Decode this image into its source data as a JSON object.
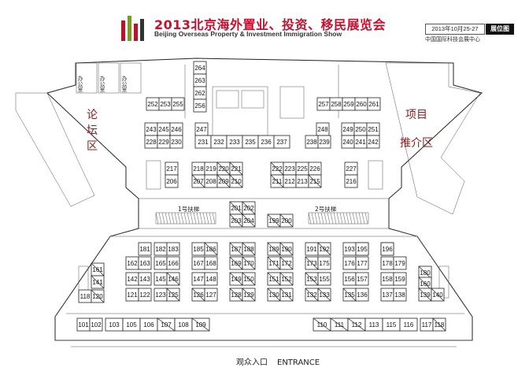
{
  "header": {
    "title": "2013北京海外置业、投资、移民展览会",
    "subtitle": "Beijing Overseas Property & Investment Immigration Show",
    "date": "2013年10月25-27",
    "venue": "中国国际科技会展中心",
    "map_tag": "展位图"
  },
  "zones": {
    "left": [
      "论",
      "坛",
      "区"
    ],
    "right_line1": "项目",
    "right_line2": "推介区"
  },
  "office_label": "办公室",
  "escalators": {
    "left": "1号扶梯",
    "right": "2号扶梯"
  },
  "entrance": {
    "cn": "观众入口",
    "en": "ENTRANCE"
  },
  "colors": {
    "title_red": "#c8102e",
    "zone_red": "#8b1a1a",
    "logo_red": "#b0182a",
    "logo_green": "#7a9a2a"
  },
  "booths": [
    {
      "id": "264",
      "sold": false
    },
    {
      "id": "263",
      "sold": false
    },
    {
      "id": "262",
      "sold": false
    },
    {
      "id": "256",
      "sold": false
    },
    {
      "id": "252",
      "sold": false
    },
    {
      "id": "253",
      "sold": false
    },
    {
      "id": "255",
      "sold": false
    },
    {
      "id": "257",
      "sold": false
    },
    {
      "id": "258",
      "sold": false
    },
    {
      "id": "259",
      "sold": false
    },
    {
      "id": "260",
      "sold": false
    },
    {
      "id": "261",
      "sold": false
    },
    {
      "id": "243",
      "sold": false
    },
    {
      "id": "245",
      "sold": false
    },
    {
      "id": "246",
      "sold": false
    },
    {
      "id": "228",
      "sold": false
    },
    {
      "id": "229",
      "sold": false
    },
    {
      "id": "230",
      "sold": false
    },
    {
      "id": "247",
      "sold": false
    },
    {
      "id": "231",
      "sold": false
    },
    {
      "id": "232",
      "sold": false
    },
    {
      "id": "233",
      "sold": false
    },
    {
      "id": "235",
      "sold": false
    },
    {
      "id": "236",
      "sold": false
    },
    {
      "id": "237",
      "sold": false
    },
    {
      "id": "248",
      "sold": false
    },
    {
      "id": "238",
      "sold": false
    },
    {
      "id": "239",
      "sold": false
    },
    {
      "id": "249",
      "sold": false
    },
    {
      "id": "250",
      "sold": false
    },
    {
      "id": "251",
      "sold": false
    },
    {
      "id": "240",
      "sold": false
    },
    {
      "id": "241",
      "sold": false
    },
    {
      "id": "242",
      "sold": false
    },
    {
      "id": "217",
      "sold": false
    },
    {
      "id": "206",
      "sold": false
    },
    {
      "id": "218",
      "sold": false
    },
    {
      "id": "219",
      "sold": false
    },
    {
      "id": "220",
      "sold": true
    },
    {
      "id": "221",
      "sold": true
    },
    {
      "id": "207",
      "sold": true
    },
    {
      "id": "208",
      "sold": false
    },
    {
      "id": "209",
      "sold": true
    },
    {
      "id": "210",
      "sold": true
    },
    {
      "id": "222",
      "sold": true
    },
    {
      "id": "223",
      "sold": false
    },
    {
      "id": "225",
      "sold": false
    },
    {
      "id": "226",
      "sold": false
    },
    {
      "id": "211",
      "sold": true
    },
    {
      "id": "212",
      "sold": false
    },
    {
      "id": "213",
      "sold": false
    },
    {
      "id": "215",
      "sold": true
    },
    {
      "id": "227",
      "sold": false
    },
    {
      "id": "216",
      "sold": false
    },
    {
      "id": "201",
      "sold": true
    },
    {
      "id": "202",
      "sold": true
    },
    {
      "id": "203",
      "sold": true
    },
    {
      "id": "204",
      "sold": true
    },
    {
      "id": "195",
      "sold": true
    },
    {
      "id": "196",
      "sold": true
    },
    {
      "id": "199",
      "sold": true
    },
    {
      "id": "200",
      "sold": true
    },
    {
      "id": "181",
      "sold": false
    },
    {
      "id": "162",
      "sold": false
    },
    {
      "id": "163",
      "sold": false
    },
    {
      "id": "142",
      "sold": false
    },
    {
      "id": "143",
      "sold": false
    },
    {
      "id": "121",
      "sold": false
    },
    {
      "id": "122",
      "sold": false
    },
    {
      "id": "182",
      "sold": false
    },
    {
      "id": "183",
      "sold": false
    },
    {
      "id": "165",
      "sold": false
    },
    {
      "id": "166",
      "sold": false
    },
    {
      "id": "145",
      "sold": false
    },
    {
      "id": "146",
      "sold": true
    },
    {
      "id": "123",
      "sold": false
    },
    {
      "id": "125",
      "sold": true
    },
    {
      "id": "185",
      "sold": false
    },
    {
      "id": "186",
      "sold": true
    },
    {
      "id": "167",
      "sold": false
    },
    {
      "id": "168",
      "sold": false
    },
    {
      "id": "147",
      "sold": false
    },
    {
      "id": "148",
      "sold": false
    },
    {
      "id": "126",
      "sold": true
    },
    {
      "id": "127",
      "sold": false
    },
    {
      "id": "187",
      "sold": true
    },
    {
      "id": "188",
      "sold": true
    },
    {
      "id": "169",
      "sold": true
    },
    {
      "id": "170",
      "sold": true
    },
    {
      "id": "149",
      "sold": true
    },
    {
      "id": "150",
      "sold": true
    },
    {
      "id": "128",
      "sold": true
    },
    {
      "id": "129",
      "sold": true
    },
    {
      "id": "189",
      "sold": true
    },
    {
      "id": "190",
      "sold": true
    },
    {
      "id": "171",
      "sold": true
    },
    {
      "id": "172",
      "sold": true
    },
    {
      "id": "151",
      "sold": true
    },
    {
      "id": "152",
      "sold": true
    },
    {
      "id": "130",
      "sold": true
    },
    {
      "id": "131",
      "sold": true
    },
    {
      "id": "191",
      "sold": false
    },
    {
      "id": "192",
      "sold": true
    },
    {
      "id": "173",
      "sold": true
    },
    {
      "id": "175",
      "sold": false
    },
    {
      "id": "153",
      "sold": true
    },
    {
      "id": "155",
      "sold": false
    },
    {
      "id": "132",
      "sold": true
    },
    {
      "id": "133",
      "sold": true
    },
    {
      "id": "193",
      "sold": false
    },
    {
      "id": "195",
      "sold": false
    },
    {
      "id": "176",
      "sold": false
    },
    {
      "id": "177",
      "sold": false
    },
    {
      "id": "156",
      "sold": false
    },
    {
      "id": "157",
      "sold": false
    },
    {
      "id": "135",
      "sold": true
    },
    {
      "id": "136",
      "sold": false
    },
    {
      "id": "196",
      "sold": false
    },
    {
      "id": "178",
      "sold": false
    },
    {
      "id": "179",
      "sold": false
    },
    {
      "id": "158",
      "sold": false
    },
    {
      "id": "159",
      "sold": false
    },
    {
      "id": "137",
      "sold": false
    },
    {
      "id": "138",
      "sold": false
    },
    {
      "id": "180",
      "sold": true
    },
    {
      "id": "160",
      "sold": true
    },
    {
      "id": "139",
      "sold": true
    },
    {
      "id": "140",
      "sold": true
    },
    {
      "id": "161",
      "sold": true
    },
    {
      "id": "141",
      "sold": true
    },
    {
      "id": "118",
      "sold": false
    },
    {
      "id": "120",
      "sold": true
    },
    {
      "id": "101",
      "sold": false
    },
    {
      "id": "102",
      "sold": false
    },
    {
      "id": "103",
      "sold": false
    },
    {
      "id": "105",
      "sold": false
    },
    {
      "id": "106",
      "sold": false
    },
    {
      "id": "107",
      "sold": true
    },
    {
      "id": "108",
      "sold": false
    },
    {
      "id": "109",
      "sold": true
    },
    {
      "id": "110",
      "sold": true
    },
    {
      "id": "111",
      "sold": true
    },
    {
      "id": "112",
      "sold": true
    },
    {
      "id": "113",
      "sold": false
    },
    {
      "id": "115",
      "sold": false
    },
    {
      "id": "116",
      "sold": false
    },
    {
      "id": "117",
      "sold": false
    },
    {
      "id": "118b",
      "sold": true
    }
  ]
}
